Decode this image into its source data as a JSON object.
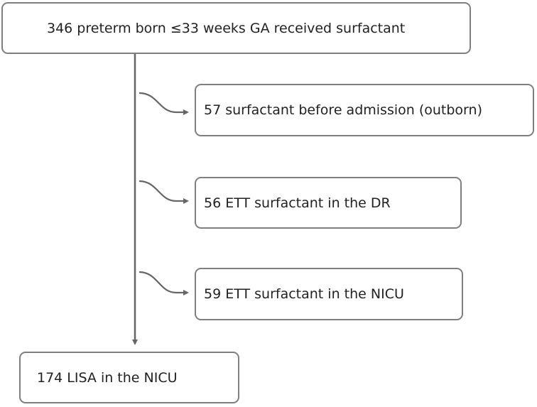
{
  "flowchart": {
    "top_box": {
      "text": "346 preterm born ≤33 weeks GA received surfactant"
    },
    "exclusions": [
      {
        "text": "57 surfactant before admission (outborn)"
      },
      {
        "text": "56 ETT surfactant in the DR"
      },
      {
        "text": "59 ETT surfactant in the NICU"
      }
    ],
    "bottom_box": {
      "text": "174 LISA in the NICU"
    }
  },
  "colors": {
    "line": "#666666",
    "box_border": "#7f7f7f"
  }
}
